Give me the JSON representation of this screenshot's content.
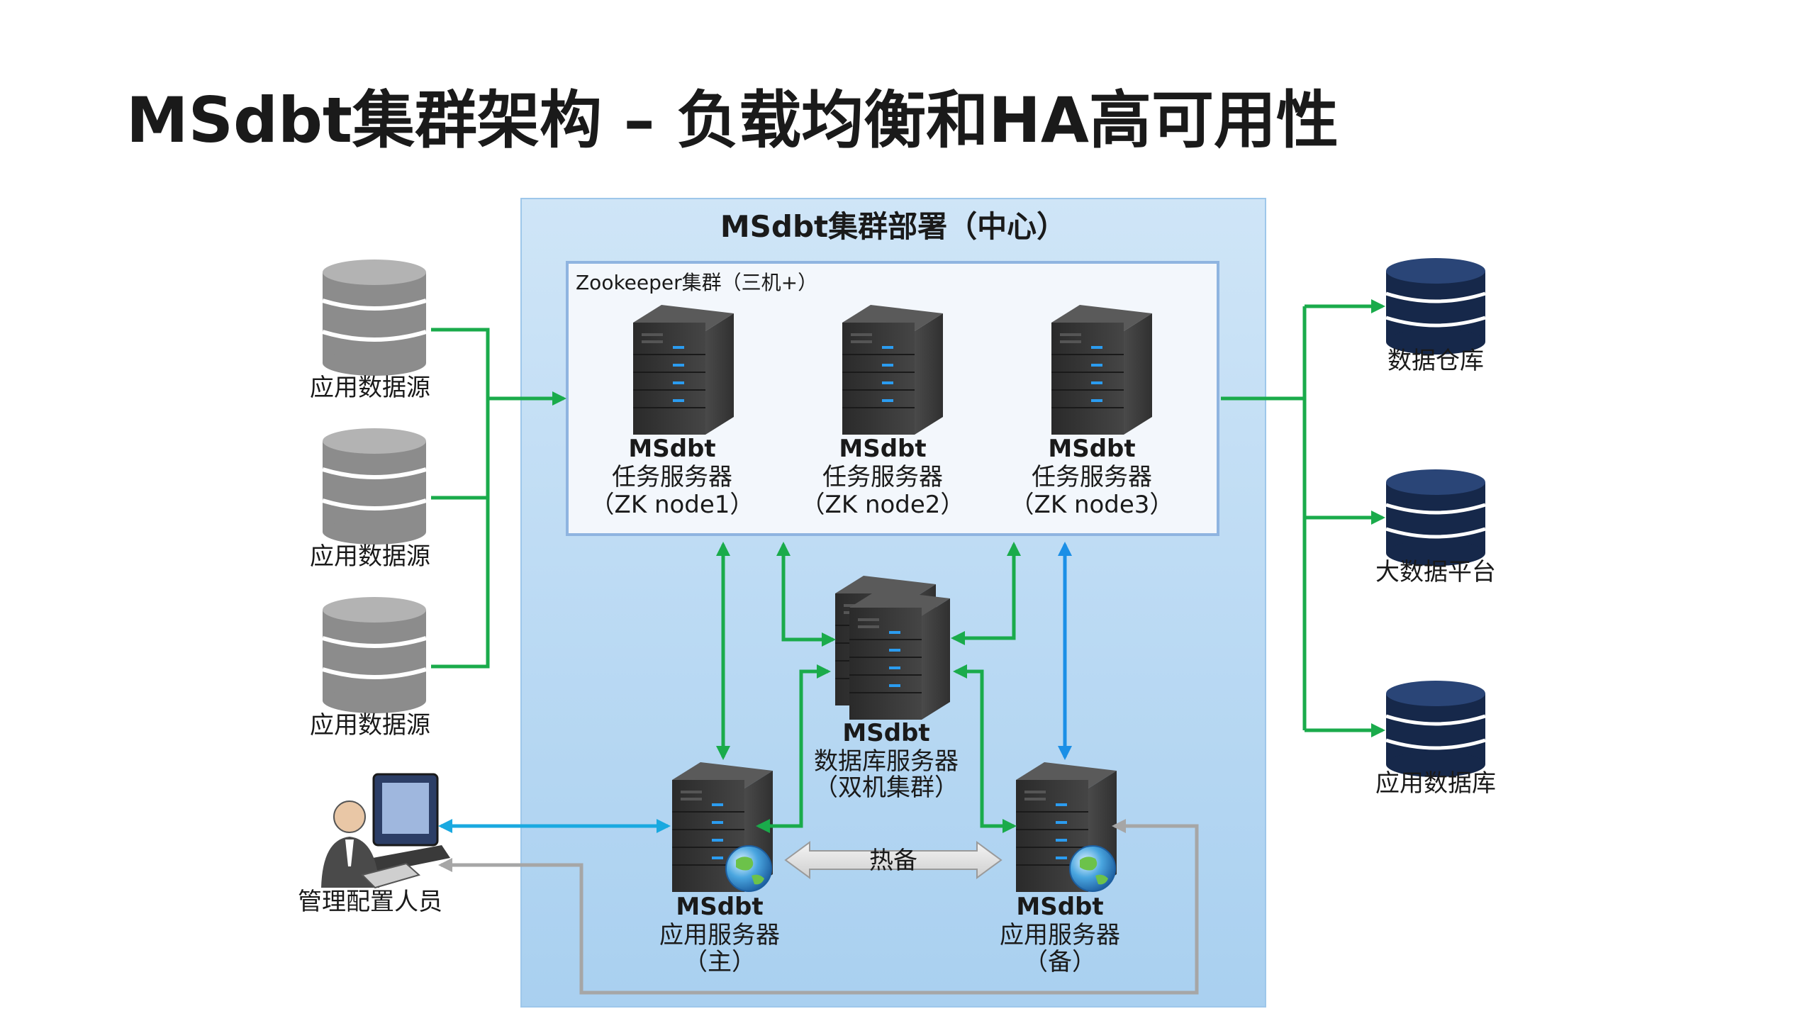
{
  "title": "MSdbt集群架构 – 负载均衡和HA高可用性",
  "cluster": {
    "title": "MSdbt集群部署（中心）",
    "zookeeper_label": "Zookeeper集群（三机+）"
  },
  "task_servers": [
    {
      "name": "MSdbt",
      "role": "任务服务器",
      "node": "（ZK node1）"
    },
    {
      "name": "MSdbt",
      "role": "任务服务器",
      "node": "（ZK node2）"
    },
    {
      "name": "MSdbt",
      "role": "任务服务器",
      "node": "（ZK node3）"
    }
  ],
  "db_server": {
    "name": "MSdbt",
    "role": "数据库服务器",
    "note": "（双机集群）"
  },
  "app_servers": [
    {
      "name": "MSdbt",
      "role": "应用服务器",
      "note": "（主）"
    },
    {
      "name": "MSdbt",
      "role": "应用服务器",
      "note": "（备）"
    }
  ],
  "hot_standby": "热备",
  "sources": [
    "应用数据源",
    "应用数据源",
    "应用数据源"
  ],
  "admin": "管理配置人员",
  "targets": [
    "数据仓库",
    "大数据平台",
    "应用数据库"
  ],
  "colors": {
    "green": "#1aab4b",
    "blue": "#1b8fe6",
    "gray": "#a6a6a6",
    "cyan": "#1aa9e0",
    "cluster_bg": "#bfdcf4",
    "zk_border": "#8fb4e0",
    "target_db": "#16284a",
    "source_db": "#8c8c8c"
  }
}
